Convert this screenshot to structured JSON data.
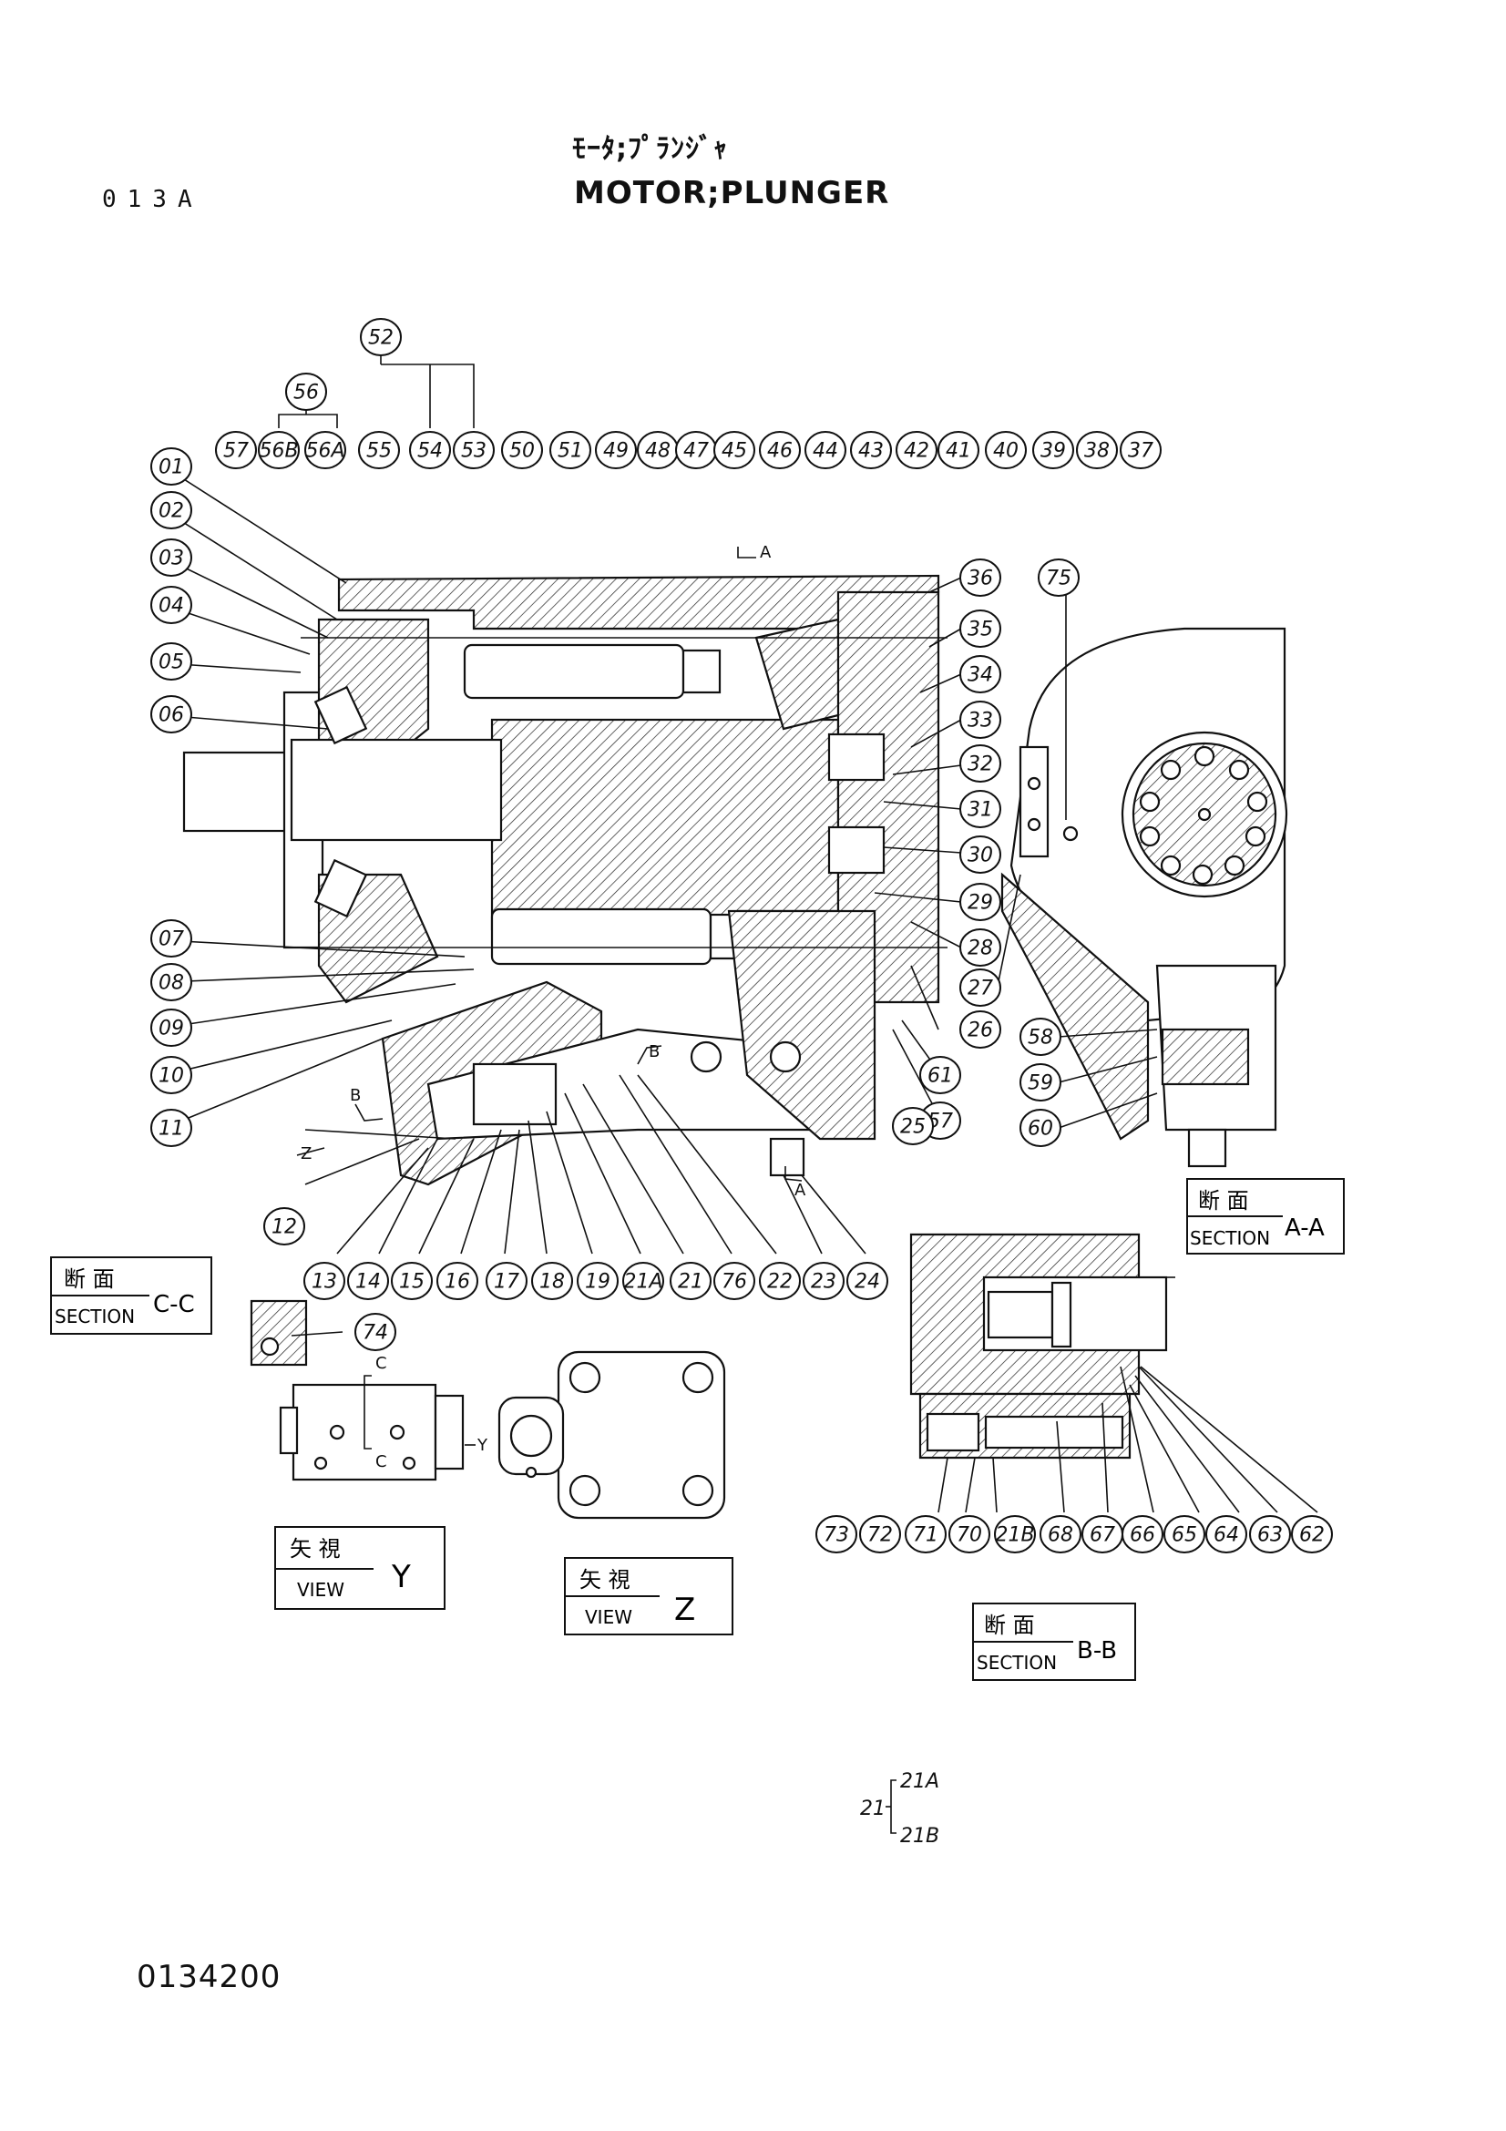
{
  "header": {
    "title_jp": "ﾓｰﾀ;ﾌﾟﾗﾝｼﾞｬ",
    "title_en": "MOTOR;PLUNGER",
    "code_top_left": "013A",
    "code_bottom_left": "0134200"
  },
  "callouts": {
    "top_row": [
      "57",
      "56B",
      "56A",
      "55",
      "54",
      "53",
      "50",
      "51",
      "49",
      "48",
      "47",
      "45",
      "46",
      "44",
      "43",
      "42",
      "41",
      "40",
      "39",
      "38",
      "37"
    ],
    "group_52": "52",
    "group_56": "56",
    "left_column": [
      "01",
      "02",
      "03",
      "04",
      "05",
      "06"
    ],
    "left_lower": [
      "07",
      "08",
      "09",
      "10",
      "11"
    ],
    "right_column": [
      "36",
      "35",
      "34",
      "33",
      "32",
      "31",
      "30",
      "29",
      "28",
      "27",
      "26",
      "61",
      "57"
    ],
    "bottom_row": [
      "13",
      "14",
      "15",
      "16",
      "17",
      "18",
      "19",
      "21A",
      "21",
      "76",
      "22",
      "23",
      "24"
    ],
    "misc": [
      "12",
      "25",
      "75",
      "58",
      "59",
      "60",
      "74"
    ],
    "section_bb_row": [
      "73",
      "72",
      "71",
      "70",
      "21B",
      "68",
      "67",
      "66",
      "65",
      "64",
      "63",
      "62"
    ]
  },
  "section_labels": {
    "aa": {
      "top": "断 面",
      "bottom": "SECTION",
      "suffix": "A-A"
    },
    "cc": {
      "top": "断 面",
      "bottom": "SECTION",
      "suffix": "C-C"
    },
    "bb": {
      "top": "断 面",
      "bottom": "SECTION",
      "suffix": "B-B"
    },
    "view_y": {
      "top": "矢 視",
      "bottom": "VIEW",
      "suffix": "Y"
    },
    "view_z": {
      "top": "矢 視",
      "bottom": "VIEW",
      "suffix": "Z"
    }
  },
  "view_marks": {
    "a": "A",
    "b": "B",
    "c": "C",
    "y": "Y",
    "z": "Z"
  },
  "legend": {
    "main": "21",
    "sub_a": "21A",
    "sub_b": "21B"
  }
}
